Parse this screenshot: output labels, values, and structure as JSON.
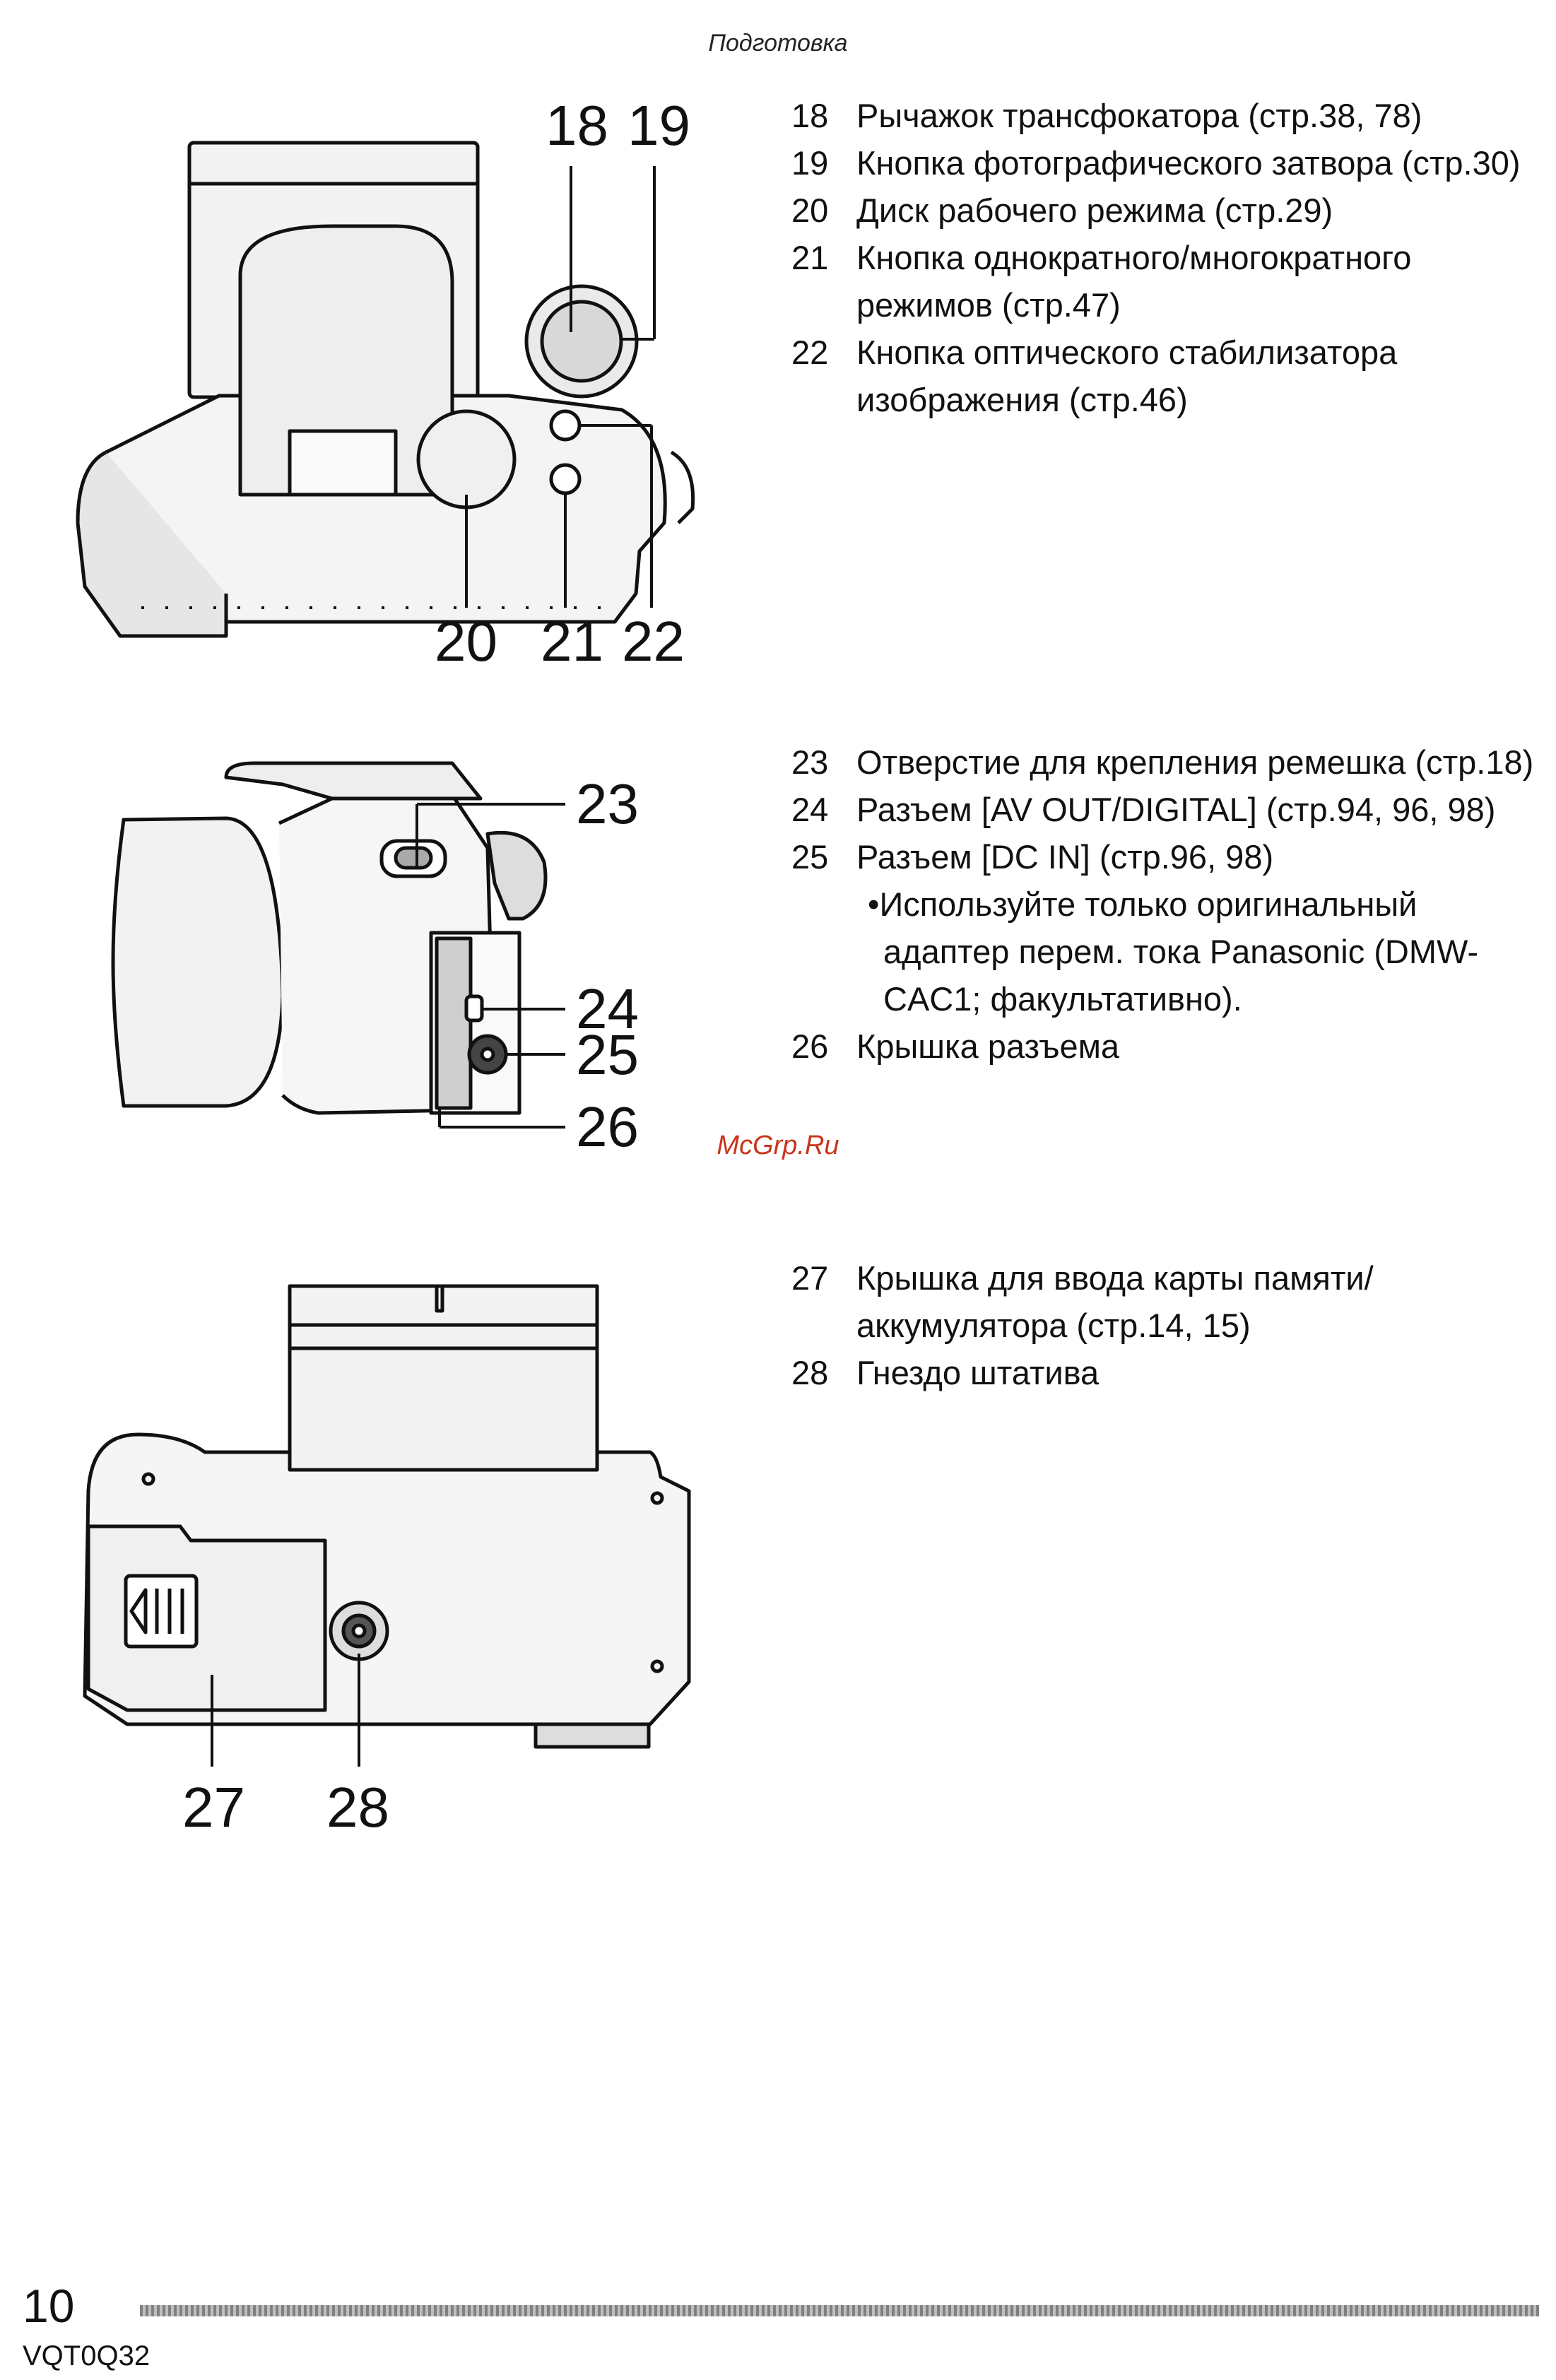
{
  "header": {
    "section": "Подготовка"
  },
  "figures": {
    "top": {
      "callouts": [
        "18",
        "19",
        "20",
        "21",
        "22"
      ]
    },
    "side": {
      "callouts": [
        "23",
        "24",
        "25",
        "26"
      ]
    },
    "bottom": {
      "callouts": [
        "27",
        "28"
      ]
    }
  },
  "list_top": [
    {
      "num": "18",
      "text": "Рычажок трансфокатора (стр.38, 78)"
    },
    {
      "num": "19",
      "text": "Кнопка фотографического затвора (стр.30)"
    },
    {
      "num": "20",
      "text": "Диск рабочего режима (стр.29)"
    },
    {
      "num": "21",
      "text": "Кнопка однократного/многократного режимов (стр.47)"
    },
    {
      "num": "22",
      "text": "Кнопка оптического стабилизатора изображения (стр.46)"
    }
  ],
  "list_side": [
    {
      "num": "23",
      "text": "Отверстие для крепления ремешка (стр.18)"
    },
    {
      "num": "24",
      "text": "Разъем [AV OUT/DIGITAL] (стр.94, 96, 98)"
    },
    {
      "num": "25",
      "text": "Разъем [DC IN] (стр.96, 98)"
    },
    {
      "num": "26",
      "text": "Крышка разъема"
    }
  ],
  "list_side_note": "•Используйте только оригинальный адаптер перем. тока Panasonic (DMW-CAC1; факультативно).",
  "list_bottom": [
    {
      "num": "27",
      "text": "Крышка для ввода карты памяти/ аккумулятора (стр.14, 15)"
    },
    {
      "num": "28",
      "text": "Гнездо штатива"
    }
  ],
  "watermark": "McGrp.Ru",
  "footer": {
    "page_number": "10",
    "doc_code": "VQT0Q32"
  }
}
